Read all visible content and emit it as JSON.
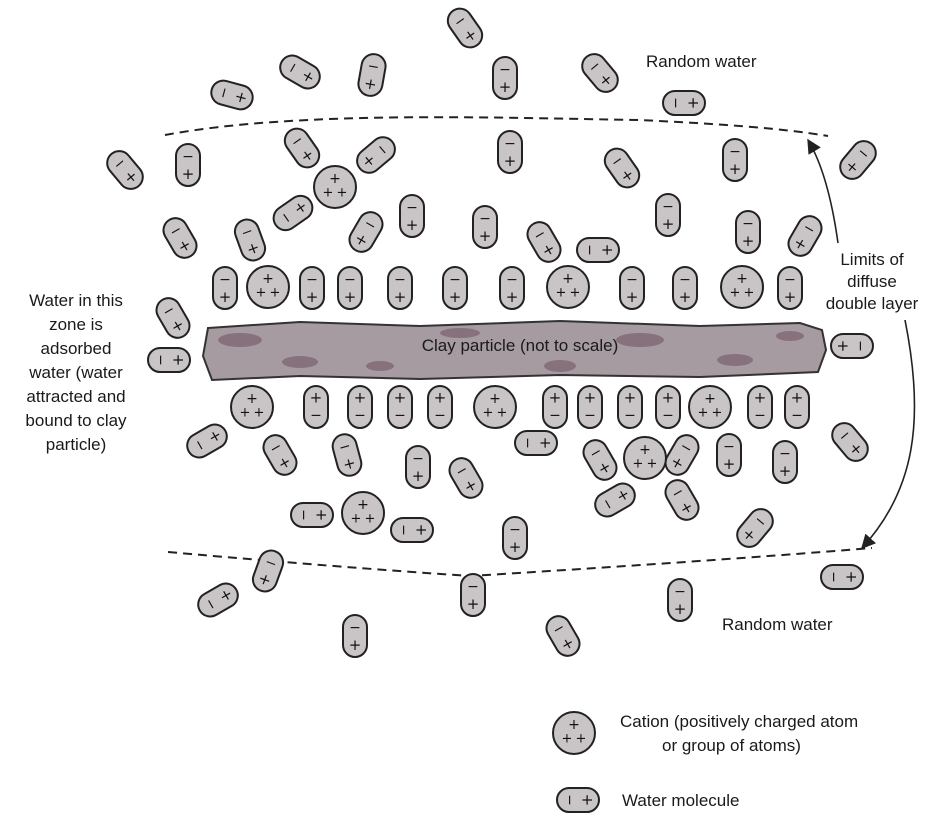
{
  "labels": {
    "random_top": "Random water",
    "random_bottom": "Random water",
    "clay": "Clay particle (not to scale)",
    "limits": [
      "Limits of",
      "diffuse",
      "double layer"
    ],
    "adsorbed": [
      "Water in this",
      "zone is",
      "adsorbed",
      "water (water",
      "attracted and",
      "bound to clay",
      "particle)"
    ]
  },
  "legend": {
    "cation_label": [
      "Cation (positively charged atom",
      "or group of atoms)"
    ],
    "water_label": "Water molecule"
  },
  "colors": {
    "molecule_fill": "#c9c4c6",
    "molecule_stroke": "#222222",
    "clay_fill": "#a59ba1",
    "clay_stain": "#7a5f6e",
    "line": "#222222"
  },
  "symbols": {
    "plus": "+",
    "minus": "−",
    "cross": "×"
  }
}
